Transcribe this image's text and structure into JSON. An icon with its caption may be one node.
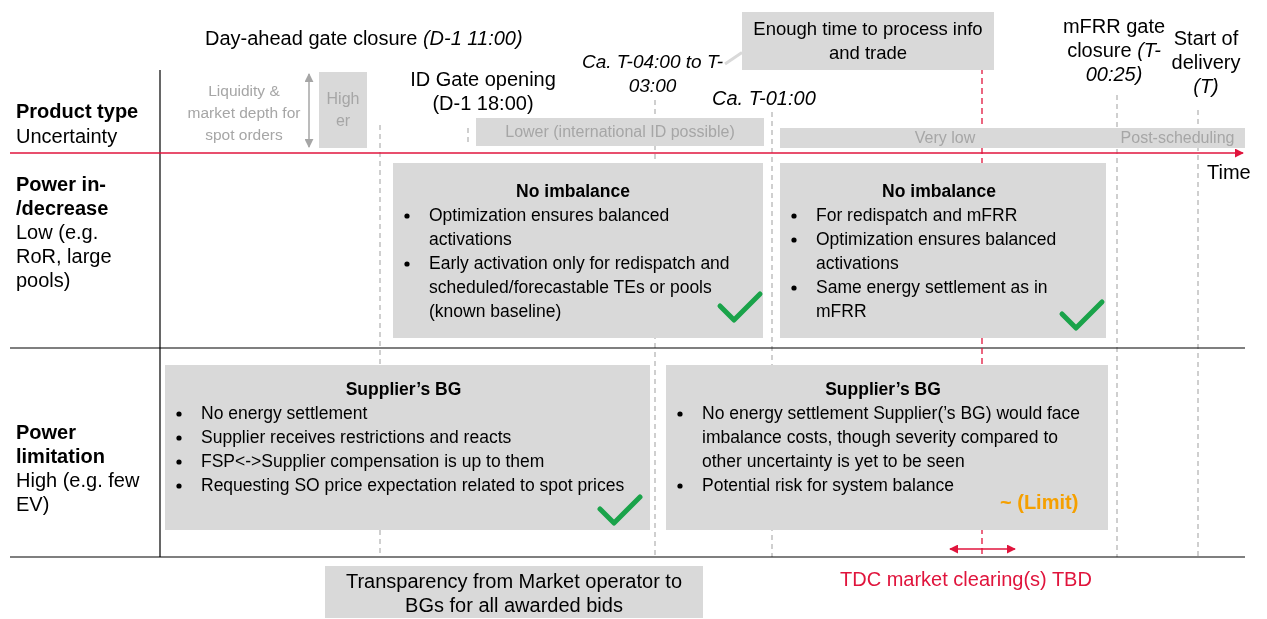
{
  "diagram": {
    "nodes": [
      {
        "text": [
          "Enough time to process info and trade"
        ]
      },
      {
        "text": [
          "*Ca. T-04:00 to T-03:00*"
        ]
      },
      {
        "text": [
          "Higher"
        ]
      },
      {
        "text": [
          "Lower (international ID possible)"
        ]
      },
      {
        "text": [
          "Very low"
        ]
      },
      {
        "text": [
          "Post-scheduling"
        ]
      },
      {
        "text": [
          "No imbalance",
          "Optimization ensures balanced activations",
          "Early activation only for redispatch and scheduled/forecastable TEs or pools (known baseline)"
        ]
      },
      {
        "text": [
          "No imbalance",
          "For redispatch and mFRR",
          "Optimization ensures balanced activations",
          "Same energy settlement as in mFRR"
        ]
      },
      {
        "text": [
          "Supplier’s BG",
          "No energy settlement",
          "Supplier receives restrictions and reacts",
          "FSP<->Supplier compensation is up to them",
          "Requesting SO price expectation related to spot prices"
        ]
      },
      {
        "text": [
          "Supplier’s BG",
          "No energy settlement Supplier(’s BG) would face imbalance costs, though severity compared to other uncertainty is yet to be seen",
          "Potential risk for system balance"
        ]
      },
      {
        "text": [
          "Transparency from Market operator to BGs for all awarded bids"
        ]
      }
    ],
    "edges": [
      {
        "from": 0,
        "to": 1,
        "arrow": "none"
      }
    ],
    "labels": [
      "Day-ahead gate closure *(D-1 11:00)*",
      "ID Gate opening (D-1 18:00)",
      "*Ca. T-01:00*",
      "mFRR gate closure *(T-00:25)*",
      "Start of delivery *(T)*",
      "Liquidity & market depth for spot orders",
      "Product type",
      "Uncertainty",
      "Time",
      "Power in- /decrease",
      "Low (e.g. RoR, large pools)",
      "Power limitation",
      "High (e.g. few EV)",
      "~ (Limit)",
      "TDC market clearing(s) TBD"
    ]
  }
}
